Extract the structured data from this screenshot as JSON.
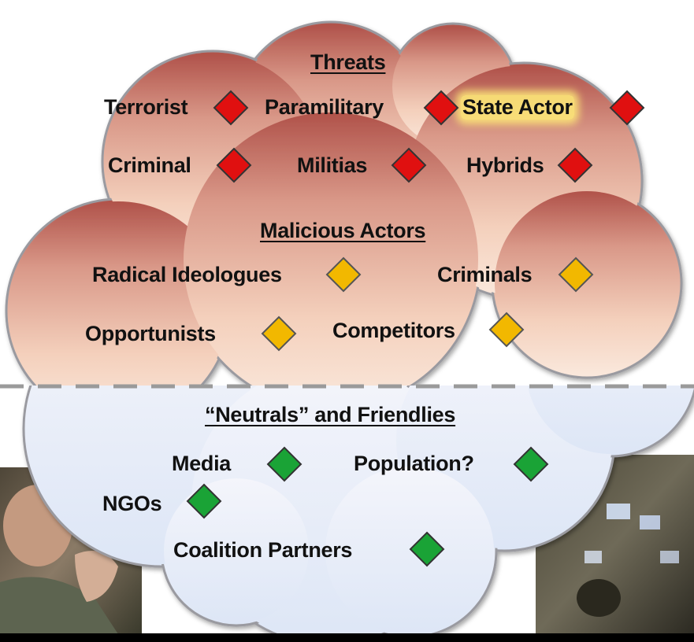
{
  "threats": {
    "heading": "Threats",
    "items": [
      "Terrorist",
      "Paramilitary",
      "State Actor",
      "Criminal",
      "Militias",
      "Hybrids"
    ]
  },
  "malicious": {
    "heading": "Malicious Actors",
    "items": [
      "Radical Ideologues",
      "Criminals",
      "Opportunists",
      "Competitors"
    ]
  },
  "neutrals": {
    "heading": "“Neutrals” and Friendlies",
    "items": [
      "Media",
      "Population?",
      "NGOs",
      "Coalition Partners"
    ]
  },
  "colors": {
    "threat": "#e01010",
    "malicious": "#f2b800",
    "friendly": "#1aa336",
    "cloud_top": "#b85c52",
    "cloud_mid": "#f3cdb8",
    "cloud_bottom": "#e6ecf8",
    "divider": "#9a9a9a"
  }
}
